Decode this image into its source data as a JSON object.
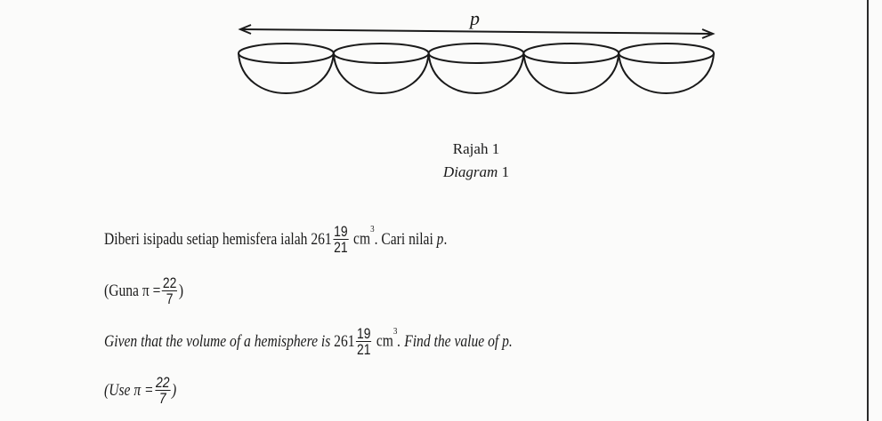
{
  "diagram": {
    "length_label": "p",
    "hemisphere_count": 5,
    "caption_ms": "Rajah 1",
    "caption_en_word": "Diagram",
    "caption_en_num": "1"
  },
  "question_ms": {
    "text_before": "Diberi isipadu setiap hemisfera ialah",
    "whole": "261",
    "num": "19",
    "den": "21",
    "unit": "cm",
    "unit_exp": "3",
    "text_after": ". Cari nilai",
    "var": "p",
    "end": "."
  },
  "hint_ms": {
    "open": "(Guna",
    "pi": "π =",
    "num": "22",
    "den": "7",
    "close": ")"
  },
  "question_en": {
    "text_before": "Given that the volume of a hemisphere is",
    "whole": "261",
    "num": "19",
    "den": "21",
    "unit": "cm",
    "unit_exp": "3",
    "text_after": ". Find the value of",
    "var": "p",
    "end": "."
  },
  "hint_en": {
    "open": "(Use",
    "pi": "π =",
    "num": "22",
    "den": "7",
    "close": ")"
  }
}
